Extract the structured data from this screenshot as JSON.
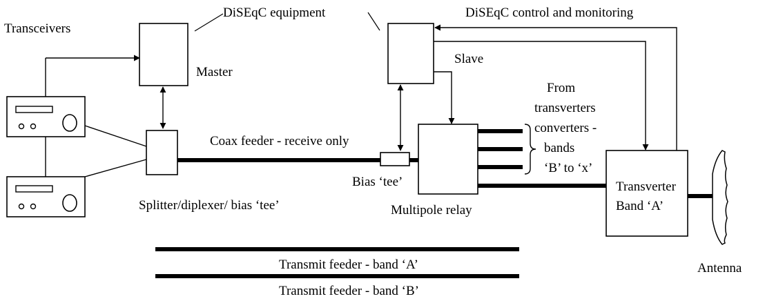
{
  "labels": {
    "transceivers": "Transceivers",
    "diseqc_equipment": "DiSEqC equipment",
    "diseqc_control": "DiSEqC control and monitoring",
    "master": "Master",
    "slave": "Slave",
    "from_transverters_1": "From",
    "from_transverters_2": "transverters",
    "from_transverters_3": "converters -",
    "from_transverters_4": "bands",
    "from_transverters_5": "‘B’ to ‘x’",
    "coax_feeder": "Coax feeder - receive only",
    "bias_tee": "Bias ‘tee’",
    "splitter": "Splitter/diplexer/ bias ‘tee’",
    "multipole_relay": "Multipole relay",
    "transverter_1": "Transverter",
    "transverter_2": "Band ‘A’",
    "transmit_a": "Transmit feeder - band ‘A’",
    "transmit_b": "Transmit feeder - band ‘B’",
    "antenna": "Antenna"
  },
  "colors": {
    "stroke": "#000000",
    "background": "#ffffff"
  }
}
